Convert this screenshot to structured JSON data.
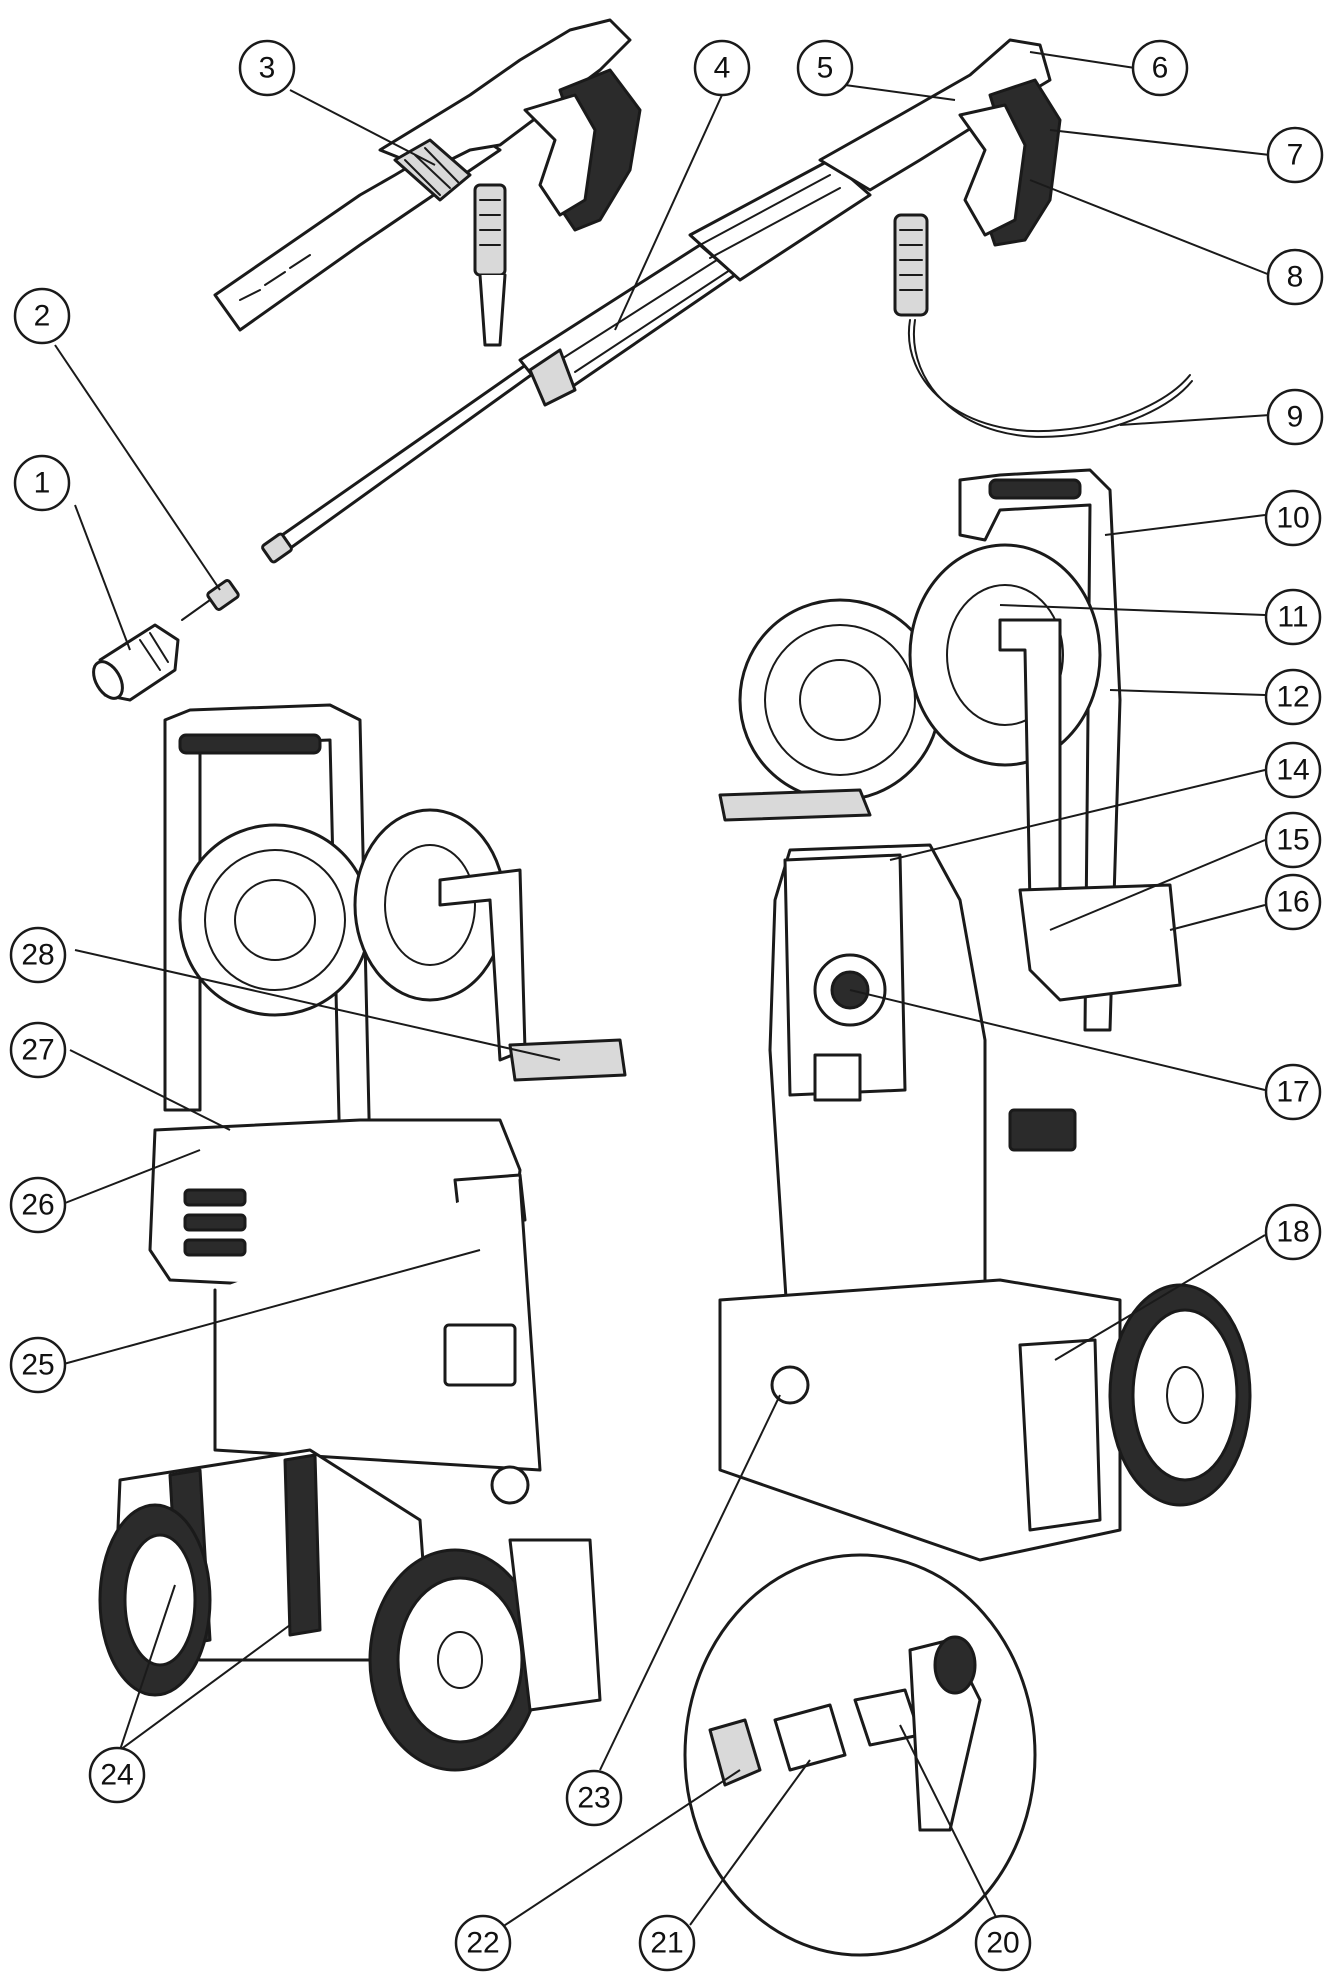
{
  "diagram": {
    "style": {
      "ink": "#1a1a1a",
      "paper": "#ffffff",
      "shade": "#2b2b2b",
      "light_shade": "#d9d9d9"
    },
    "callouts": [
      "1",
      "2",
      "3",
      "4",
      "5",
      "6",
      "7",
      "8",
      "9",
      "10",
      "11",
      "12",
      "14",
      "15",
      "16",
      "17",
      "18",
      "20",
      "21",
      "22",
      "23",
      "24",
      "25",
      "26",
      "27",
      "28"
    ]
  }
}
